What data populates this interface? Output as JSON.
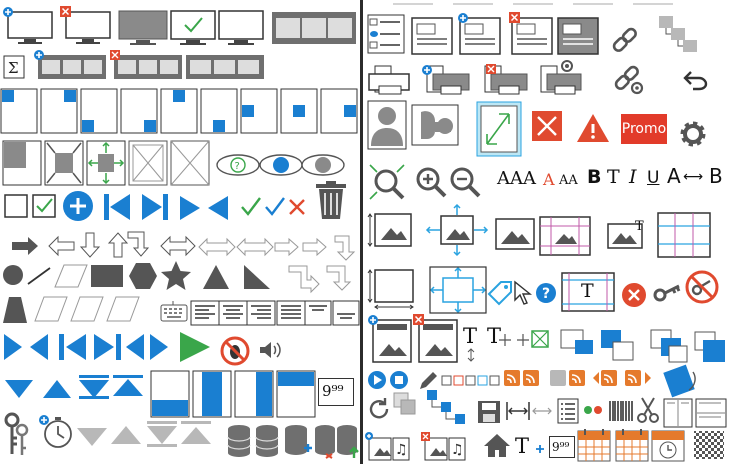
{
  "colors": {
    "accent_blue": "#1a7fd1",
    "light_blue": "#2aa3e0",
    "gray": "#8a8a8a",
    "dark_gray": "#555555",
    "red": "#e04a2f",
    "green": "#3aa64a",
    "promo_red": "#e23b2a",
    "calendar_orange": "#e57a2c"
  },
  "left_palette": {
    "name": "icon-library-left"
  },
  "right_palette": {
    "name": "icon-library-right",
    "promo_label": "Promo",
    "font_sample_aaa": "AAA",
    "font_sample_a_red": "A",
    "font_sample_small": "AA",
    "bold_label": "B",
    "normal_t_label": "T",
    "italic_label": "I",
    "underline_label": "U",
    "a_to_b_label": "A",
    "a_to_b_arrow": "⟷",
    "a_to_b_target": "B",
    "text_t_label": "T",
    "text_cursor_t": "T",
    "text_cursor_t2": "T",
    "text_tool_t": "T",
    "price_tag_label": "9⁹⁹",
    "price_tag_right_label": "9⁹⁹"
  },
  "price_tag": {
    "label": "9⁹⁹"
  },
  "icons": [
    "monitor-icon",
    "add-monitor-icon",
    "remove-monitor-icon",
    "monitor-flat-icon",
    "monitor-check-icon",
    "monitor-blank-icon",
    "film-strip-icon",
    "sum-icon",
    "add-film-icon",
    "remove-film-icon",
    "film-icon",
    "layout-top-left-icon",
    "layout-top-right-icon",
    "layout-bottom-left-icon",
    "layout-bottom-right-icon",
    "layout-center-icon",
    "eye-question-icon",
    "eye-icon",
    "eye-gray-icon",
    "checkbox-empty-icon",
    "checkbox-checked-icon",
    "add-circle-icon",
    "skip-previous-icon",
    "skip-next-icon",
    "play-icon",
    "back-icon",
    "check-icon",
    "check-blue-icon",
    "close-red-icon",
    "trash-icon",
    "arrow-right-icon",
    "arrow-left-icon",
    "arrow-down-icon",
    "arrow-up-icon",
    "arrow-return-icon",
    "circle-shape-icon",
    "line-shape-icon",
    "parallelogram-icon",
    "rectangle-shape-icon",
    "hexagon-icon",
    "star-icon",
    "triangle-icon",
    "right-triangle-icon",
    "keyboard-icon",
    "text-align-icon",
    "play-blue-icon",
    "no-bug-icon",
    "speaker-icon",
    "sort-down-icon",
    "sort-up-icon",
    "keys-icon",
    "timer-icon",
    "database-icon",
    "list-view-icon",
    "document-icon",
    "add-document-icon",
    "remove-document-icon",
    "chain-icon",
    "chain-settings-icon",
    "cascade-icon",
    "undo-icon",
    "printer-icon",
    "user-silhouette-icon",
    "profile-icon",
    "resize-icon",
    "close-box-icon",
    "warning-icon",
    "promo-button",
    "gear-icon",
    "zoom-icon",
    "zoom-in-icon",
    "zoom-out-icon",
    "bold-icon",
    "italic-icon",
    "underline-icon",
    "image-icon",
    "tag-icon",
    "cursor-icon",
    "help-icon",
    "remove-circle-icon",
    "key-icon",
    "no-key-icon",
    "play-circle-icon",
    "stop-circle-icon",
    "pencil-icon",
    "rss-icon",
    "refresh-icon",
    "save-icon",
    "barcode-icon",
    "scissors-icon",
    "music-icon",
    "home-icon",
    "calendar-icon",
    "checker-icon"
  ]
}
